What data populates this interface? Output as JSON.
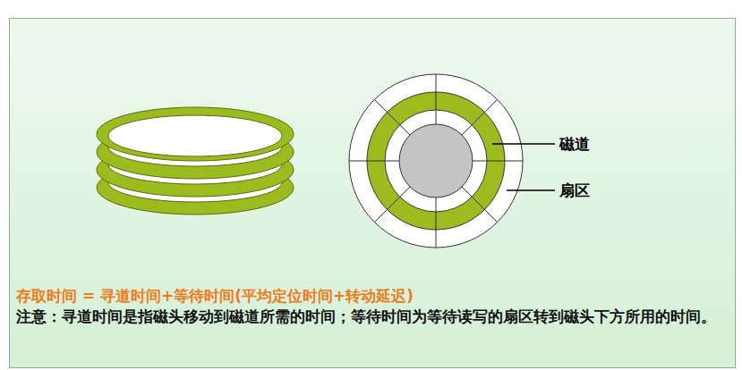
{
  "diagram": {
    "labels": [
      "磁道",
      "扇区",
      "存取时间 = 寻道时间+等待时间(平均定位时间+转动延迟)",
      "注意：寻道时间是指磁头移动到磁道所需的时间；等待时间为等待读写的扇区转到磁头下方所用的时间。"
    ]
  }
}
